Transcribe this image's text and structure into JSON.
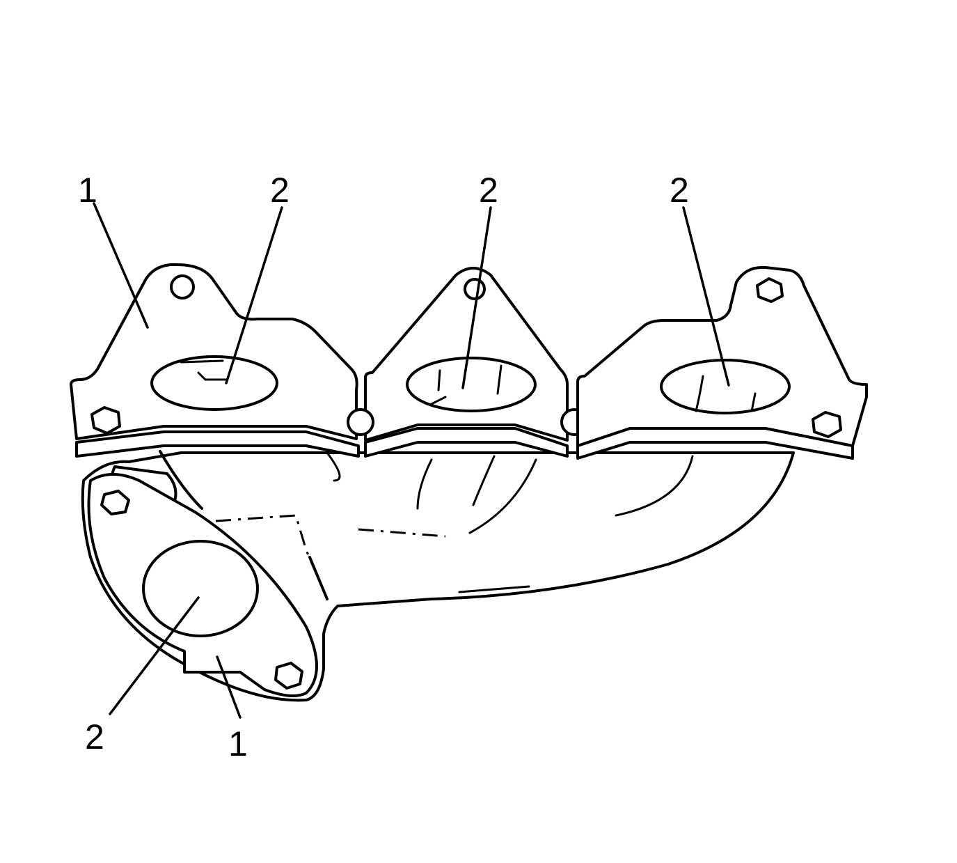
{
  "diagram": {
    "callouts": [
      {
        "id": "c1",
        "label": "1"
      },
      {
        "id": "c2",
        "label": "2"
      },
      {
        "id": "c3",
        "label": "2"
      },
      {
        "id": "c4",
        "label": "2"
      },
      {
        "id": "c5",
        "label": "2"
      },
      {
        "id": "c6",
        "label": "1"
      }
    ]
  }
}
